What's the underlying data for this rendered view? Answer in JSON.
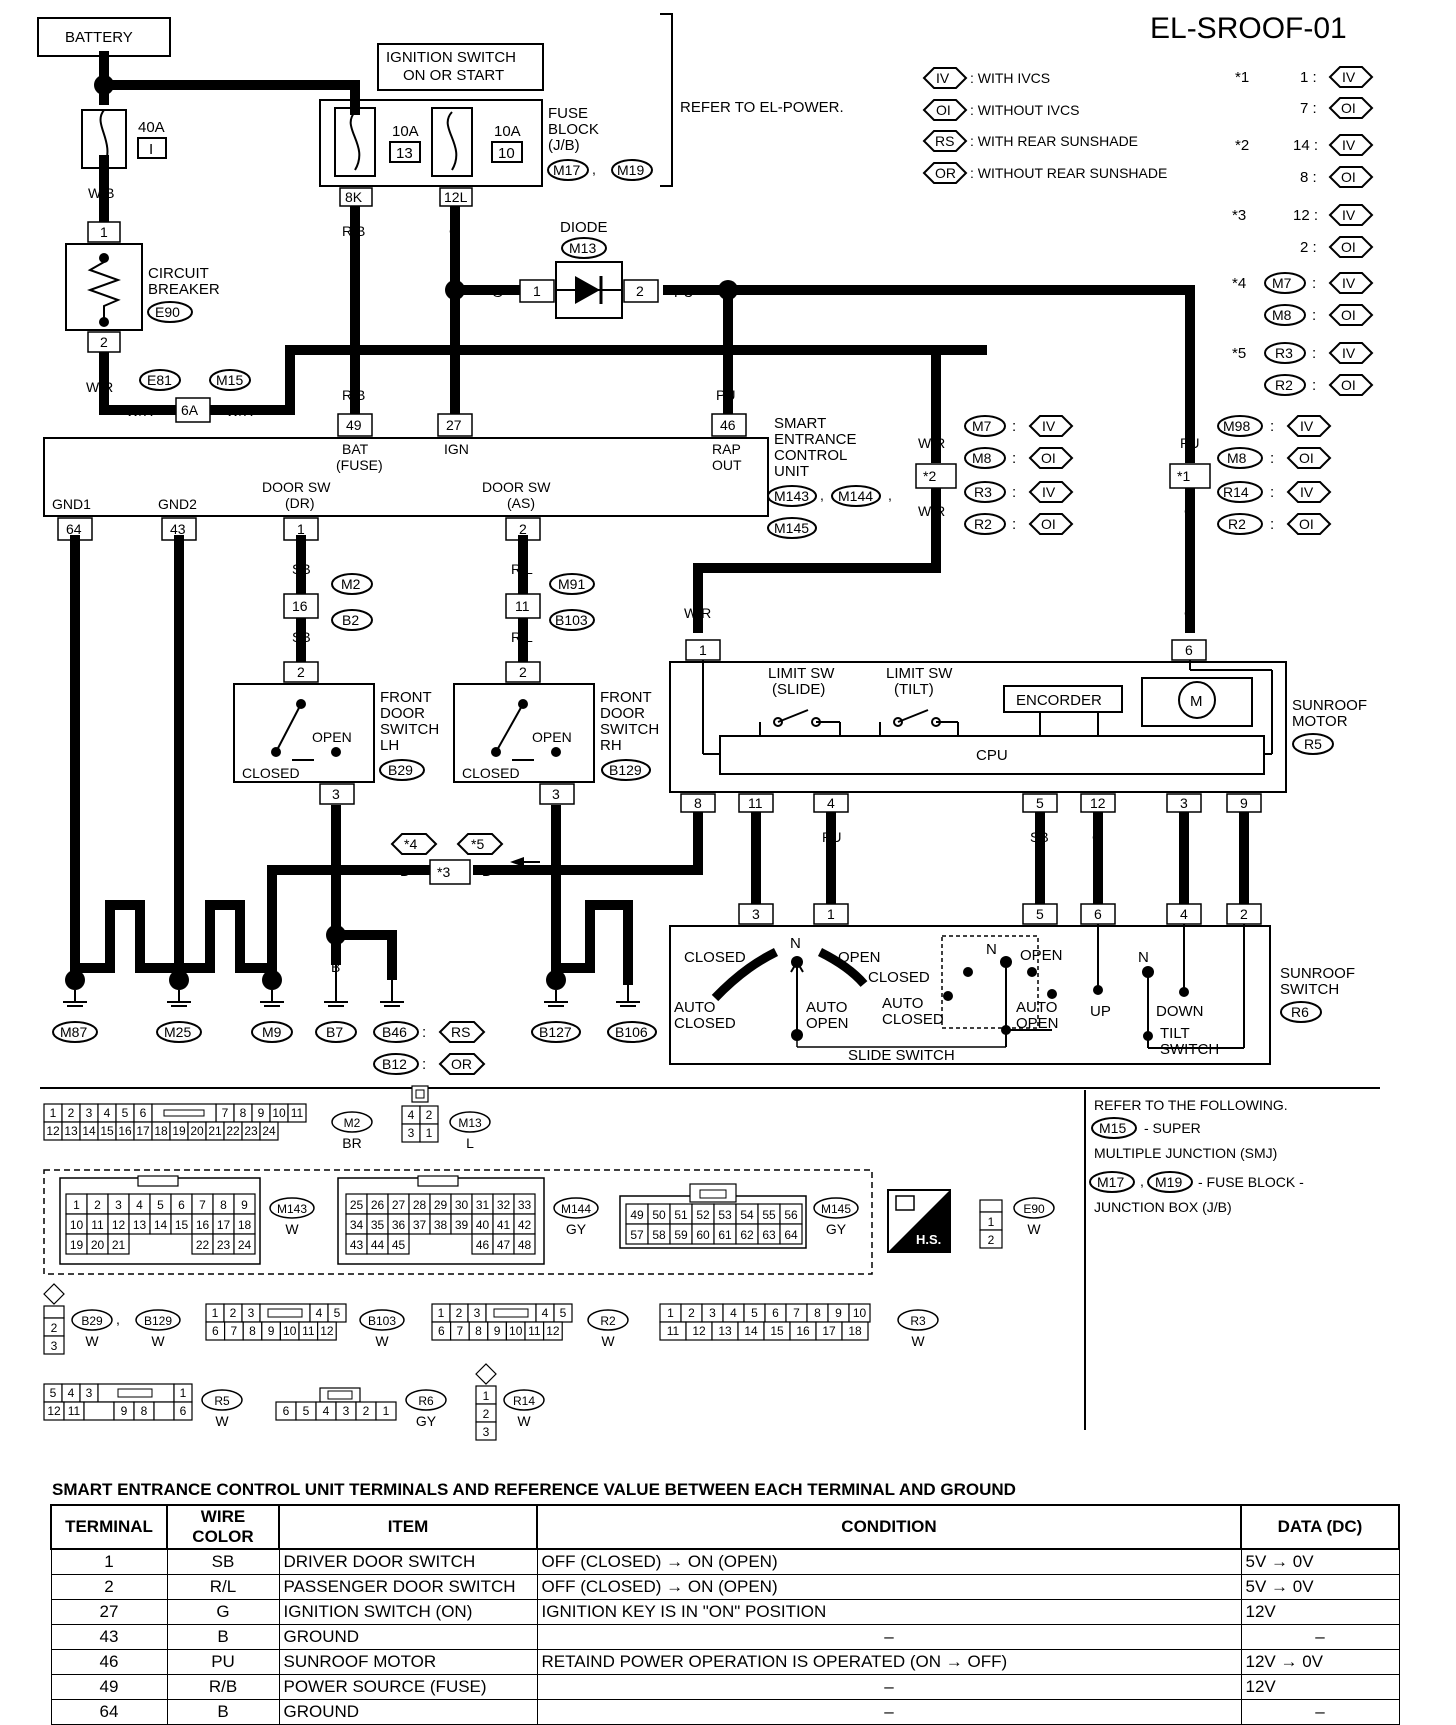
{
  "diagram_id": "EL-SROOF-01",
  "battery": "BATTERY",
  "ignition": {
    "line1": "IGNITION SWITCH",
    "line2": "ON OR START"
  },
  "fuse_40a": {
    "rating": "40A",
    "num": "I"
  },
  "fuse_a": {
    "rating": "10A",
    "num": "13"
  },
  "fuse_b": {
    "rating": "10A",
    "num": "10"
  },
  "fuse_block": {
    "l1": "FUSE",
    "l2": "BLOCK",
    "l3": "(J/B)",
    "c1": "M17",
    "c2": "M19",
    "t1": "8K",
    "t2": "12L"
  },
  "refer_power": "REFER TO EL-POWER.",
  "legend": [
    {
      "code": "IV",
      "text": ": WITH IVCS"
    },
    {
      "code": "OI",
      "text": ": WITHOUT IVCS"
    },
    {
      "code": "RS",
      "text": ": WITH REAR SUNSHADE"
    },
    {
      "code": "OR",
      "text": ": WITHOUT REAR SUNSHADE"
    }
  ],
  "star_notes": [
    {
      "star": "*1",
      "rows": [
        {
          "a": "1 :",
          "b": "IV"
        },
        {
          "a": "7 :",
          "b": "OI"
        }
      ]
    },
    {
      "star": "*2",
      "rows": [
        {
          "a": "14 :",
          "b": "IV"
        },
        {
          "a": "8 :",
          "b": "OI"
        }
      ]
    },
    {
      "star": "*3",
      "rows": [
        {
          "a": "12 :",
          "b": "IV"
        },
        {
          "a": "2 :",
          "b": "OI"
        }
      ]
    },
    {
      "star": "*4",
      "rows": [
        {
          "a": "M7",
          "b": "IV"
        },
        {
          "a": "M8",
          "b": "OI"
        }
      ]
    },
    {
      "star": "*5",
      "rows": [
        {
          "a": "R3",
          "b": "IV"
        },
        {
          "a": "R2",
          "b": "OI"
        }
      ]
    }
  ],
  "cb": {
    "l1": "CIRCUIT",
    "l2": "BREAKER",
    "conn": "E90",
    "t1": "1",
    "t2": "2"
  },
  "diode": {
    "label": "DIODE",
    "conn": "M13",
    "t1": "1",
    "t2": "2"
  },
  "wires": {
    "wb": "W/B",
    "wr": "W/R",
    "rb": "R/B",
    "g": "G",
    "pu": "PU",
    "b": "B",
    "sb": "SB",
    "rl": "R/L",
    "l": "L",
    "p": "P",
    "r": "R"
  },
  "e81": "E81",
  "m15": "M15",
  "j6a": "6A",
  "secu": {
    "l1": "SMART",
    "l2": "ENTRANCE",
    "l3": "CONTROL",
    "l4": "UNIT",
    "c1": "M143",
    "c2": "M144",
    "c3": "M145",
    "bat": "BAT",
    "bat2": "(FUSE)",
    "ign": "IGN",
    "rap": "RAP",
    "rap2": "OUT",
    "gnd1": "GND1",
    "gnd2": "GND2",
    "dsdr": "DOOR SW",
    "dsdr2": "(DR)",
    "dsas": "DOOR SW",
    "dsas2": "(AS)",
    "t49": "49",
    "t27": "27",
    "t46": "46",
    "t64": "64",
    "t43": "43",
    "t1": "1",
    "t2": "2"
  },
  "jc2": {
    "star": "*2",
    "rows": [
      {
        "a": "M7",
        "b": "IV"
      },
      {
        "a": "M8",
        "b": "OI"
      },
      {
        "a": "R3",
        "b": "IV"
      },
      {
        "a": "R2",
        "b": "OI"
      }
    ]
  },
  "jc1": {
    "star": "*1",
    "rows": [
      {
        "a": "M98",
        "b": "IV"
      },
      {
        "a": "M8",
        "b": "OI"
      },
      {
        "a": "R14",
        "b": "IV"
      },
      {
        "a": "R2",
        "b": "OI"
      }
    ]
  },
  "j16": {
    "num": "16",
    "c1": "M2",
    "c2": "B2"
  },
  "j11": {
    "num": "11",
    "c1": "M91",
    "c2": "B103"
  },
  "fdlh": {
    "l1": "FRONT",
    "l2": "DOOR",
    "l3": "SWITCH",
    "l4": "LH",
    "conn": "B29",
    "open": "OPEN",
    "closed": "CLOSED",
    "t2": "2",
    "t3": "3"
  },
  "fdrh": {
    "l1": "FRONT",
    "l2": "DOOR",
    "l3": "SWITCH",
    "l4": "RH",
    "conn": "B129",
    "open": "OPEN",
    "closed": "CLOSED",
    "t2": "2",
    "t3": "3"
  },
  "star4": "*4",
  "star5": "*5",
  "star3": "*3",
  "motor": {
    "l1": "SUNROOF",
    "l2": "MOTOR",
    "conn": "R5",
    "lsw_s": "LIMIT SW",
    "lsw_s2": "(SLIDE)",
    "lsw_t": "LIMIT SW",
    "lsw_t2": "(TILT)",
    "enc": "ENCORDER",
    "m": "M",
    "cpu": "CPU",
    "pins_top": [
      "1",
      "6"
    ],
    "pins_bot": [
      "8",
      "11",
      "4",
      "5",
      "12",
      "3",
      "9"
    ]
  },
  "sw": {
    "l1": "SUNROOF",
    "l2": "SWITCH",
    "conn": "R6",
    "pins": [
      "3",
      "1",
      "5",
      "6",
      "4",
      "2"
    ],
    "closed": "CLOSED",
    "open": "OPEN",
    "n": "N",
    "auto_closed": "AUTO",
    "auto_closed2": "CLOSED",
    "auto_open": "AUTO",
    "auto_open2": "OPEN",
    "closed2": "CLOSED",
    "auto_closed_b": "AUTO",
    "auto_closed_b2": "CLOSED",
    "open2": "OPEN",
    "auto_open_b": "AUTO",
    "auto_open_b2": "OPEN",
    "up": "UP",
    "down": "DOWN",
    "tilt": "TILT",
    "tilt2": "SWITCH",
    "slide": "SLIDE SWITCH"
  },
  "grounds": [
    "M87",
    "M25",
    "M9",
    "B7",
    "B46",
    "B12",
    "B127",
    "B106"
  ],
  "ground_rs": "RS",
  "ground_or": "OR",
  "connectors": {
    "m2": {
      "id": "M2",
      "color": "BR",
      "row1": [
        "1",
        "2",
        "3",
        "4",
        "5",
        "6",
        "7",
        "8",
        "9",
        "10",
        "11"
      ],
      "row2": [
        "12",
        "13",
        "14",
        "15",
        "16",
        "17",
        "18",
        "19",
        "20",
        "21",
        "22",
        "23",
        "24"
      ]
    },
    "m13": {
      "id": "M13",
      "color": "L",
      "row1": [
        "4",
        "2"
      ],
      "row2": [
        "3",
        "1"
      ]
    },
    "m143": {
      "id": "M143",
      "color": "W",
      "row1": [
        "1",
        "2",
        "3",
        "4",
        "5",
        "6",
        "7",
        "8",
        "9"
      ],
      "row2": [
        "10",
        "11",
        "12",
        "13",
        "14",
        "15",
        "16",
        "17",
        "18"
      ],
      "row3": [
        "19",
        "20",
        "21",
        "22",
        "23",
        "24"
      ]
    },
    "m144": {
      "id": "M144",
      "color": "GY",
      "row1": [
        "25",
        "26",
        "27",
        "28",
        "29",
        "30",
        "31",
        "32",
        "33"
      ],
      "row2": [
        "34",
        "35",
        "36",
        "37",
        "38",
        "39",
        "40",
        "41",
        "42"
      ],
      "row3": [
        "43",
        "44",
        "45",
        "46",
        "47",
        "48"
      ]
    },
    "m145": {
      "id": "M145",
      "color": "GY",
      "row1": [
        "49",
        "50",
        "51",
        "52",
        "53",
        "54",
        "55",
        "56"
      ],
      "row2": [
        "57",
        "58",
        "59",
        "60",
        "61",
        "62",
        "63",
        "64"
      ]
    },
    "hs": "H.S.",
    "e90": {
      "id": "E90",
      "color": "W",
      "pins": [
        "1",
        "2"
      ]
    },
    "b29": {
      "id1": "B29",
      "id2": "B129",
      "sep": ",",
      "color": "W",
      "pins": [
        "2",
        "3"
      ]
    },
    "b103": {
      "id": "B103",
      "color": "W",
      "row1": [
        "1",
        "2",
        "3",
        "4",
        "5"
      ],
      "row2": [
        "6",
        "7",
        "8",
        "9",
        "10",
        "11",
        "12"
      ]
    },
    "r2": {
      "id": "R2",
      "color": "W",
      "row1": [
        "1",
        "2",
        "3",
        "4",
        "5"
      ],
      "row2": [
        "6",
        "7",
        "8",
        "9",
        "10",
        "11",
        "12"
      ]
    },
    "r3": {
      "id": "R3",
      "color": "W",
      "row1": [
        "1",
        "2",
        "3",
        "4",
        "5",
        "6",
        "7",
        "8",
        "9",
        "10"
      ],
      "row2": [
        "11",
        "12",
        "13",
        "14",
        "15",
        "16",
        "17",
        "18"
      ]
    },
    "r5": {
      "id": "R5",
      "color": "W",
      "row1": [
        "5",
        "4",
        "3",
        "1"
      ],
      "row2": [
        "12",
        "11",
        "9",
        "8",
        "6"
      ]
    },
    "r6": {
      "id": "R6",
      "color": "GY",
      "pins": [
        "6",
        "5",
        "4",
        "3",
        "2",
        "1"
      ]
    },
    "r14": {
      "id": "R14",
      "color": "W",
      "pins": [
        "1",
        "2",
        "3"
      ]
    }
  },
  "refer_note": {
    "l1": "REFER TO THE FOLLOWING.",
    "c1": "M15",
    "l2": "- SUPER",
    "l3": "MULTIPLE JUNCTION (SMJ)",
    "c2": "M17",
    "c3": "M19",
    "l4": "- FUSE BLOCK -",
    "l5": "JUNCTION BOX (J/B)"
  },
  "table": {
    "caption": "SMART ENTRANCE CONTROL UNIT TERMINALS AND REFERENCE VALUE BETWEEN EACH TERMINAL AND GROUND",
    "headers": [
      "TERMINAL",
      "WIRE COLOR",
      "ITEM",
      "CONDITION",
      "DATA (DC)"
    ],
    "rows": [
      [
        "1",
        "SB",
        "DRIVER DOOR SWITCH",
        "OFF (CLOSED) → ON (OPEN)",
        "5V → 0V"
      ],
      [
        "2",
        "R/L",
        "PASSENGER DOOR SWITCH",
        "OFF (CLOSED) → ON (OPEN)",
        "5V → 0V"
      ],
      [
        "27",
        "G",
        "IGNITION SWITCH (ON)",
        "IGNITION KEY IS IN \"ON\" POSITION",
        "12V"
      ],
      [
        "43",
        "B",
        "GROUND",
        "–",
        "–"
      ],
      [
        "46",
        "PU",
        "SUNROOF MOTOR",
        "RETAIND POWER OPERATION IS OPERATED (ON → OFF)",
        "12V → 0V"
      ],
      [
        "49",
        "R/B",
        "POWER SOURCE (FUSE)",
        "–",
        "12V"
      ],
      [
        "64",
        "B",
        "GROUND",
        "–",
        "–"
      ]
    ]
  }
}
